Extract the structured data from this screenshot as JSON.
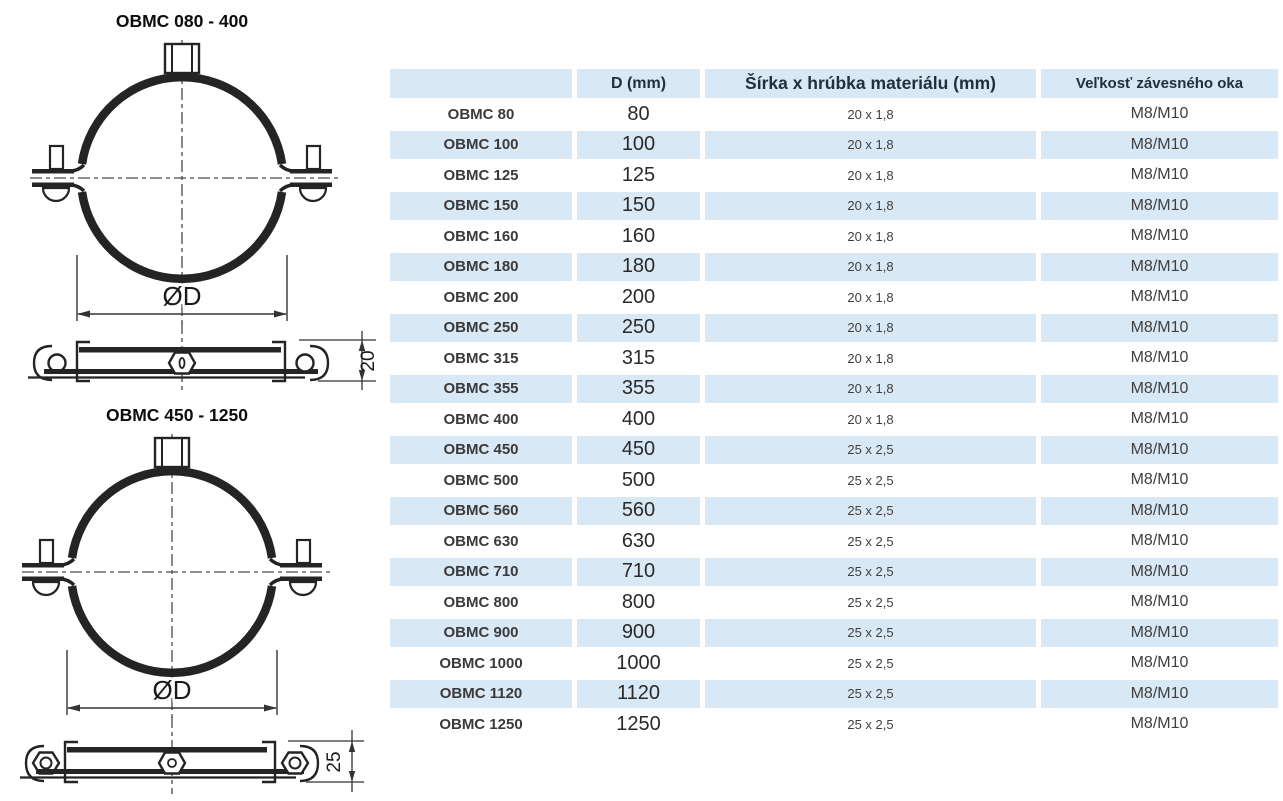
{
  "diagrams": [
    {
      "title": "OBMC 080 - 400",
      "diameter_label": "ØD",
      "band_width_label": "20"
    },
    {
      "title": "OBMC 450 - 1250",
      "diameter_label": "ØD",
      "band_width_label": "25"
    }
  ],
  "table": {
    "columns": [
      {
        "label": ""
      },
      {
        "label": "D (mm)"
      },
      {
        "label": "Šírka x hrúbka materiálu (mm)"
      },
      {
        "label": "Veľkosť závesného oka"
      }
    ],
    "rows": [
      {
        "name": "OBMC 80",
        "d": "80",
        "material": "20 x 1,8",
        "eye": "M8/M10"
      },
      {
        "name": "OBMC 100",
        "d": "100",
        "material": "20 x 1,8",
        "eye": "M8/M10"
      },
      {
        "name": "OBMC 125",
        "d": "125",
        "material": "20 x 1,8",
        "eye": "M8/M10"
      },
      {
        "name": "OBMC 150",
        "d": "150",
        "material": "20 x 1,8",
        "eye": "M8/M10"
      },
      {
        "name": "OBMC 160",
        "d": "160",
        "material": "20 x 1,8",
        "eye": "M8/M10"
      },
      {
        "name": "OBMC 180",
        "d": "180",
        "material": "20 x 1,8",
        "eye": "M8/M10"
      },
      {
        "name": "OBMC 200",
        "d": "200",
        "material": "20 x 1,8",
        "eye": "M8/M10"
      },
      {
        "name": "OBMC 250",
        "d": "250",
        "material": "20 x 1,8",
        "eye": "M8/M10"
      },
      {
        "name": "OBMC 315",
        "d": "315",
        "material": "20 x 1,8",
        "eye": "M8/M10"
      },
      {
        "name": "OBMC 355",
        "d": "355",
        "material": "20 x 1,8",
        "eye": "M8/M10"
      },
      {
        "name": "OBMC 400",
        "d": "400",
        "material": "20 x 1,8",
        "eye": "M8/M10"
      },
      {
        "name": "OBMC 450",
        "d": "450",
        "material": "25 x 2,5",
        "eye": "M8/M10"
      },
      {
        "name": "OBMC 500",
        "d": "500",
        "material": "25 x 2,5",
        "eye": "M8/M10"
      },
      {
        "name": "OBMC 560",
        "d": "560",
        "material": "25 x 2,5",
        "eye": "M8/M10"
      },
      {
        "name": "OBMC 630",
        "d": "630",
        "material": "25 x 2,5",
        "eye": "M8/M10"
      },
      {
        "name": "OBMC 710",
        "d": "710",
        "material": "25 x 2,5",
        "eye": "M8/M10"
      },
      {
        "name": "OBMC 800",
        "d": "800",
        "material": "25 x 2,5",
        "eye": "M8/M10"
      },
      {
        "name": "OBMC 900",
        "d": "900",
        "material": "25 x 2,5",
        "eye": "M8/M10"
      },
      {
        "name": "OBMC 1000",
        "d": "1000",
        "material": "25 x 2,5",
        "eye": "M8/M10"
      },
      {
        "name": "OBMC 1120",
        "d": "1120",
        "material": "25 x 2,5",
        "eye": "M8/M10"
      },
      {
        "name": "OBMC 1250",
        "d": "1250",
        "material": "25 x 2,5",
        "eye": "M8/M10"
      }
    ]
  },
  "colors": {
    "highlight_blue": "#d9e8f5",
    "header_text": "#22303c",
    "body_text": "#3a3a3a",
    "drawing_line": "#242424"
  }
}
